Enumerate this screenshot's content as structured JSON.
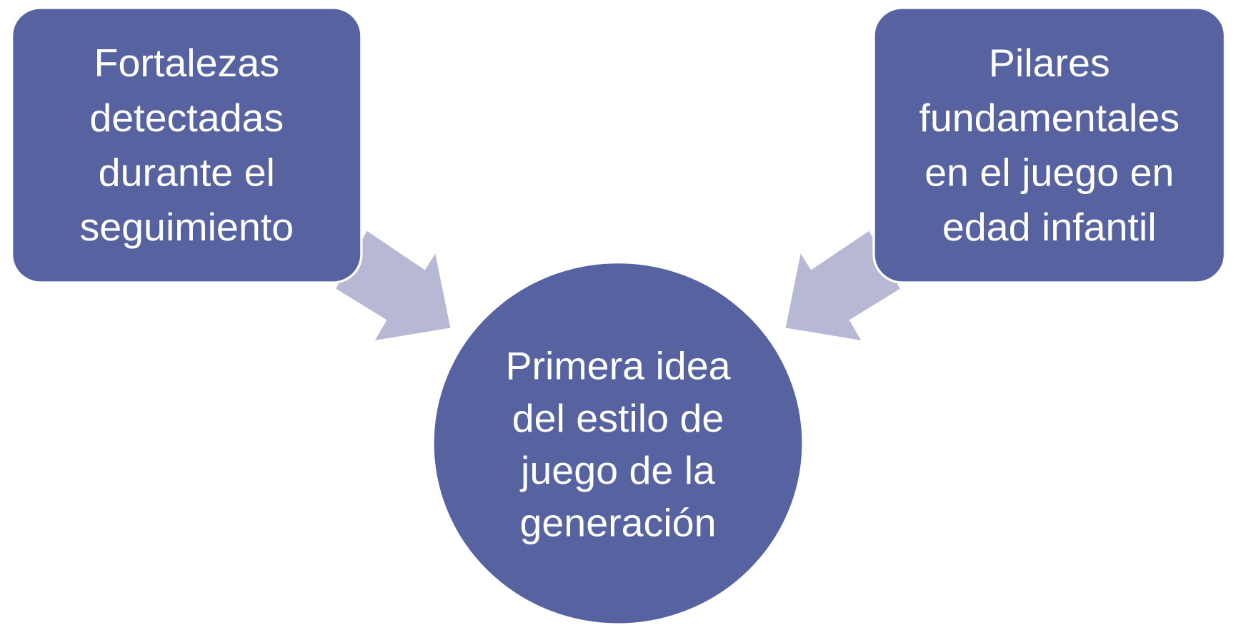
{
  "diagram": {
    "left_box": {
      "lines": [
        "Fortalezas",
        "detectadas",
        "durante el",
        "seguimiento"
      ]
    },
    "right_box": {
      "lines": [
        "Pilares",
        "fundamentales",
        "en el juego en",
        "edad infantil"
      ]
    },
    "center_circle": {
      "lines": [
        "Primera idea",
        "del estilo de",
        "juego de la",
        "generación"
      ]
    }
  },
  "colors": {
    "node": "#5763a0",
    "arrow": "#b6b8d4",
    "text": "#ffffff"
  }
}
